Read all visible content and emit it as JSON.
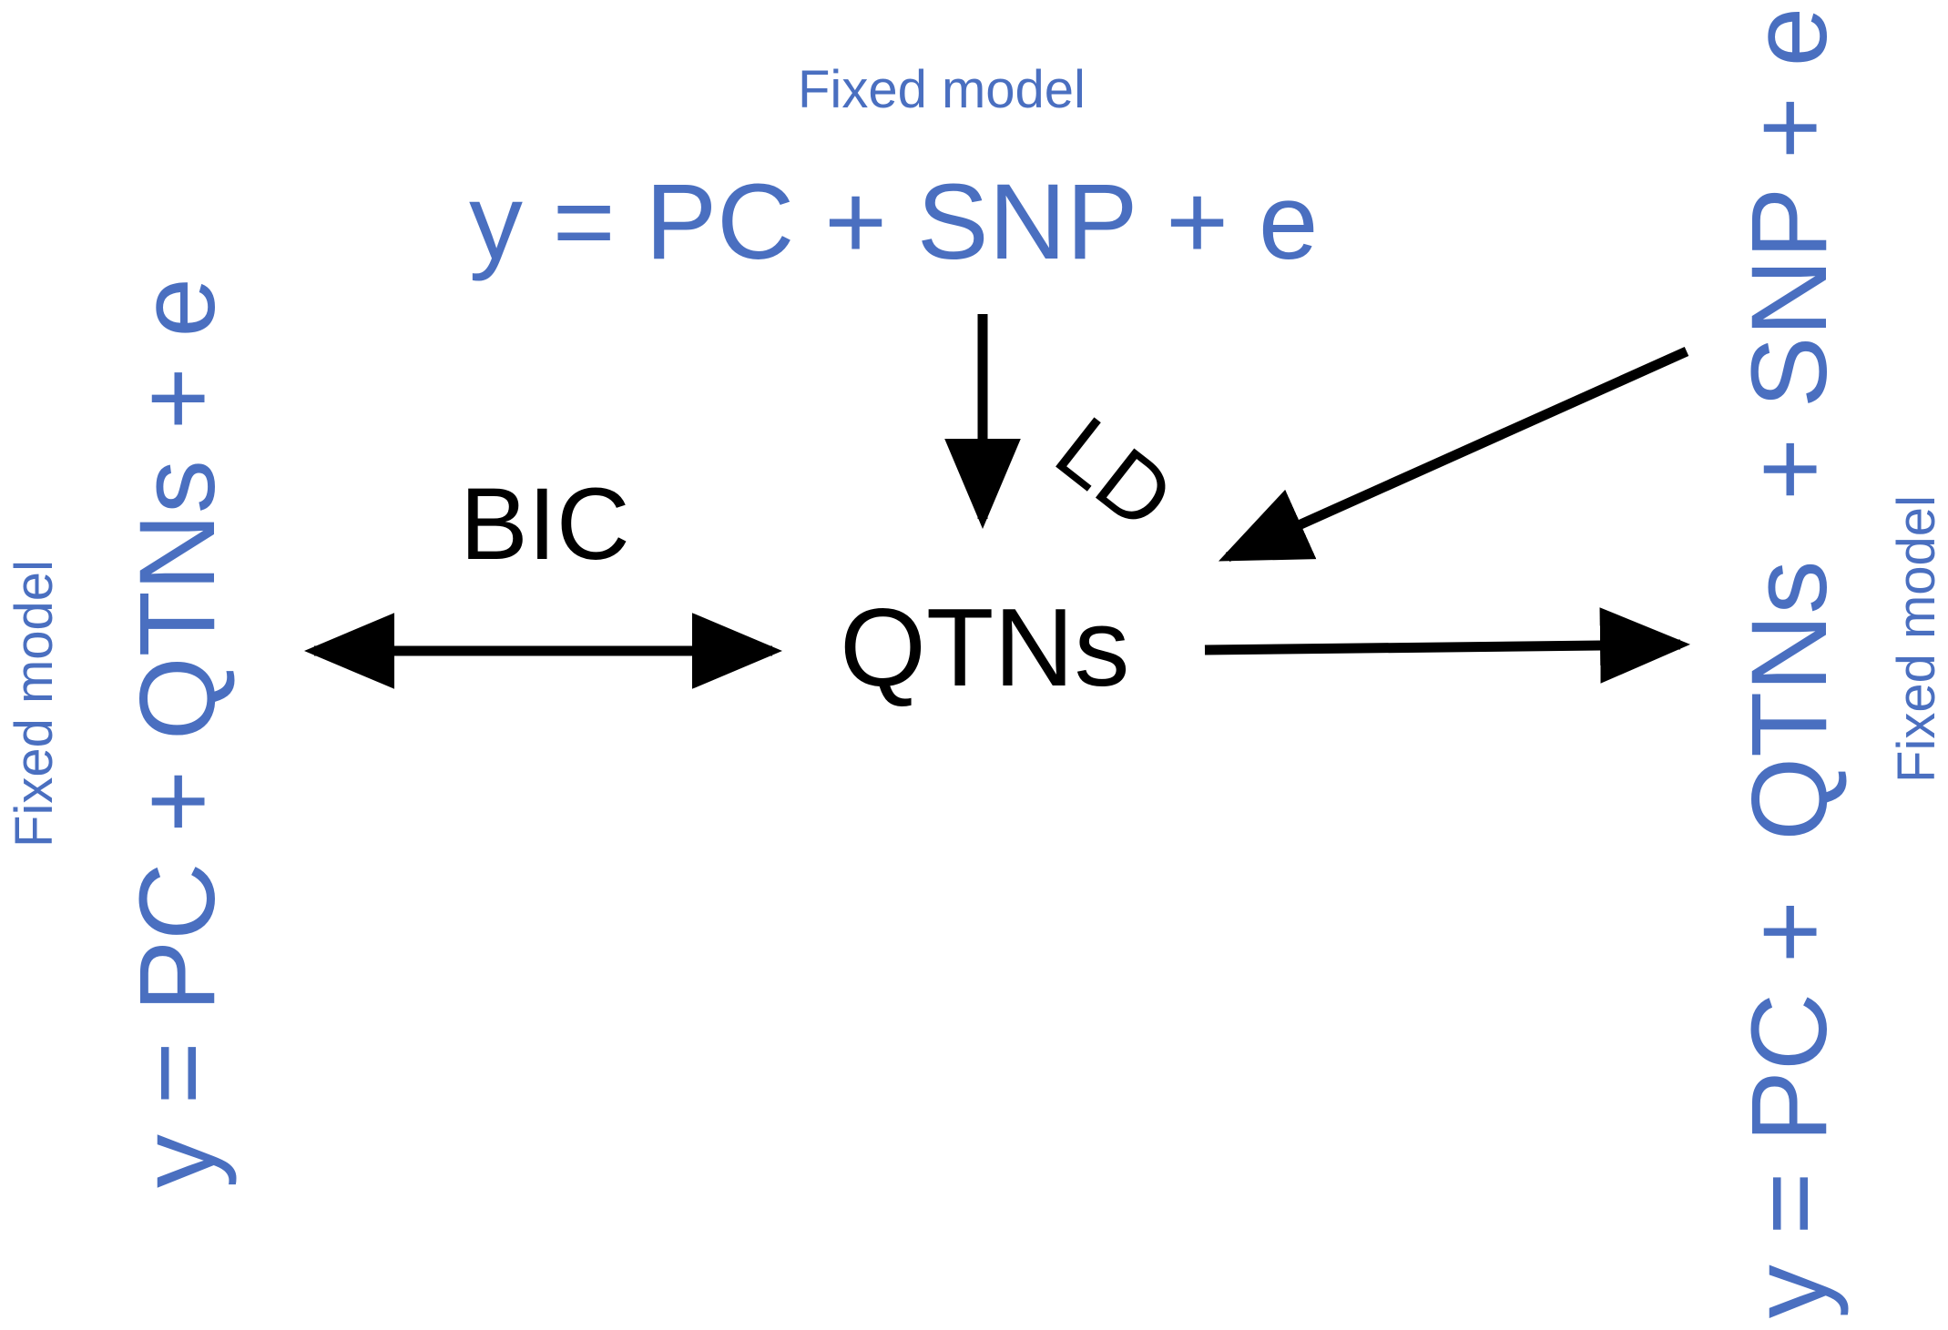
{
  "top": {
    "caption": "Fixed model",
    "formula": "y = PC + SNP + e"
  },
  "left": {
    "caption": "Fixed model",
    "formula": "y = PC + QTNs + e"
  },
  "right": {
    "caption": "Fixed model",
    "formula": "y = PC +  QTNs  + SNP + e"
  },
  "center": {
    "label": "QTNs"
  },
  "edges": {
    "bic_label": "BIC",
    "ld_label": "LD"
  },
  "colors": {
    "formula_blue": "#4a6fc0",
    "arrow_black": "#000000"
  }
}
